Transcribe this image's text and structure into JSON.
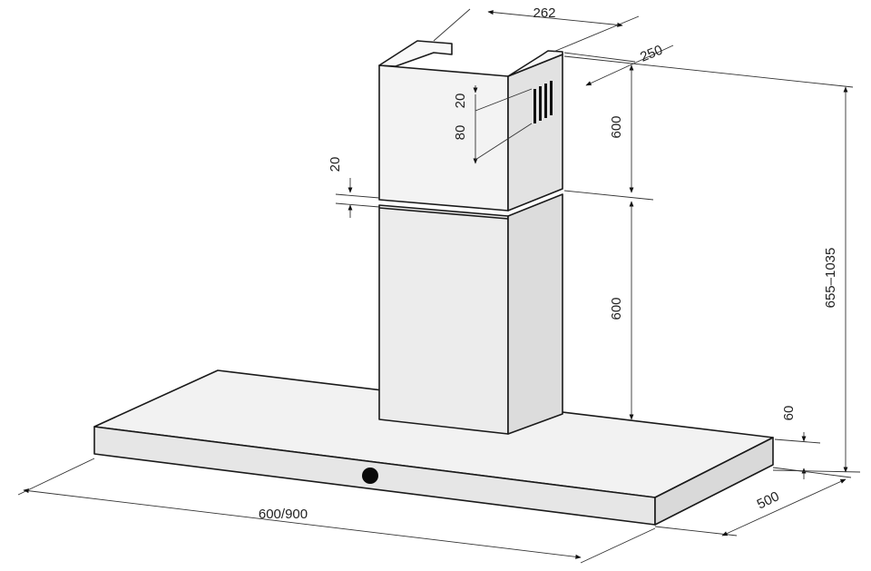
{
  "dimensions": {
    "chimney_width": "262",
    "chimney_depth": "250",
    "upper_chimney_height": "600",
    "lower_chimney_height": "600",
    "overall_height": "655–1035",
    "hood_thickness": "60",
    "hood_depth": "500",
    "hood_width": "600/900",
    "overlap": "20",
    "vent_offset": "20",
    "vent_height": "80"
  },
  "colors": {
    "panel_light": "#f4f4f4",
    "panel_mid": "#e9e9e9",
    "panel_dark": "#dcdcdc",
    "outline": "#1a1a1a",
    "knob": "#0a0a0a"
  }
}
